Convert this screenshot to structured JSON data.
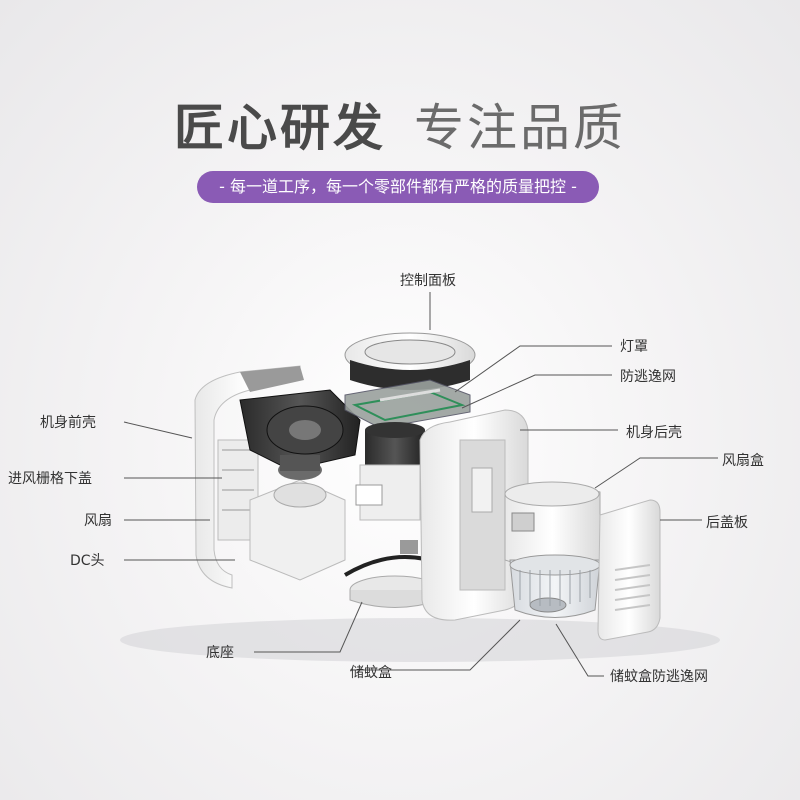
{
  "heading": {
    "main": "匠心研发",
    "sub": "专注品质"
  },
  "banner": {
    "text": "- 每一道工序，每一个零部件都有严格的质量把控 -",
    "color": "#8a5bb5"
  },
  "parts": {
    "control_panel": "控制面板",
    "lamp_cover": "灯罩",
    "escape_net": "防逃逸网",
    "rear_shell": "机身后壳",
    "fan_box": "风扇盒",
    "back_cover": "后盖板",
    "front_shell": "机身前壳",
    "intake_grille_cover": "进风栅格下盖",
    "fan": "风扇",
    "dc_jack": "DC头",
    "base": "底座",
    "mosquito_box": "储蚊盒",
    "mosquito_box_net": "储蚊盒防逃逸网"
  }
}
